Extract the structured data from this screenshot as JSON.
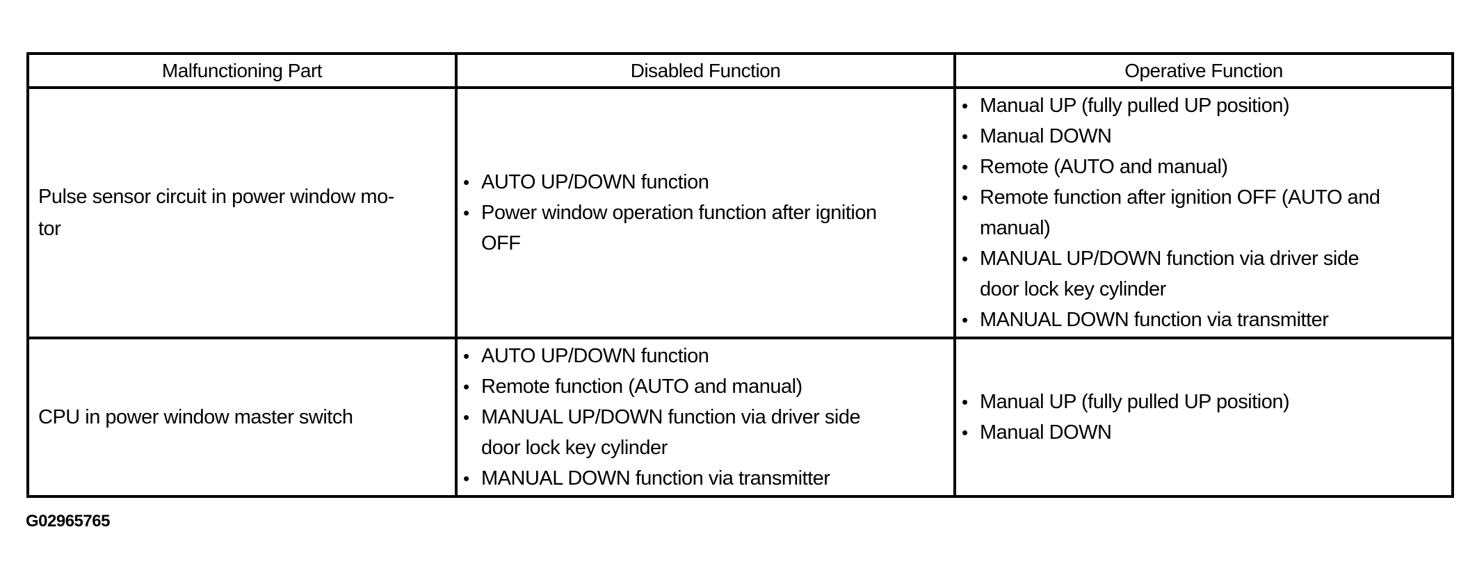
{
  "colors": {
    "background": "#ffffff",
    "border": "#000000",
    "text": "#000000"
  },
  "bullet_icon": "•",
  "figure_id": "G02965765",
  "table": {
    "headers": [
      "Malfunctioning Part",
      "Disabled Function",
      "Operative Function"
    ],
    "rows": [
      {
        "part": "Pulse sensor circuit in power window mo-\ntor",
        "disabled": [
          "AUTO UP/DOWN function",
          "Power window operation function after ignition\nOFF"
        ],
        "operative": [
          "Manual UP (fully pulled UP position)",
          "Manual DOWN",
          "Remote (AUTO and manual)",
          "Remote function after ignition OFF (AUTO and\nmanual)",
          "MANUAL UP/DOWN function via driver side\ndoor lock key cylinder",
          "MANUAL DOWN function via transmitter"
        ]
      },
      {
        "part": "CPU in power window master switch",
        "disabled": [
          "AUTO UP/DOWN function",
          "Remote function (AUTO and manual)",
          "MANUAL UP/DOWN function via driver side\ndoor lock key cylinder",
          "MANUAL DOWN function via transmitter"
        ],
        "operative": [
          "Manual UP (fully pulled UP position)",
          "Manual DOWN"
        ]
      }
    ]
  }
}
